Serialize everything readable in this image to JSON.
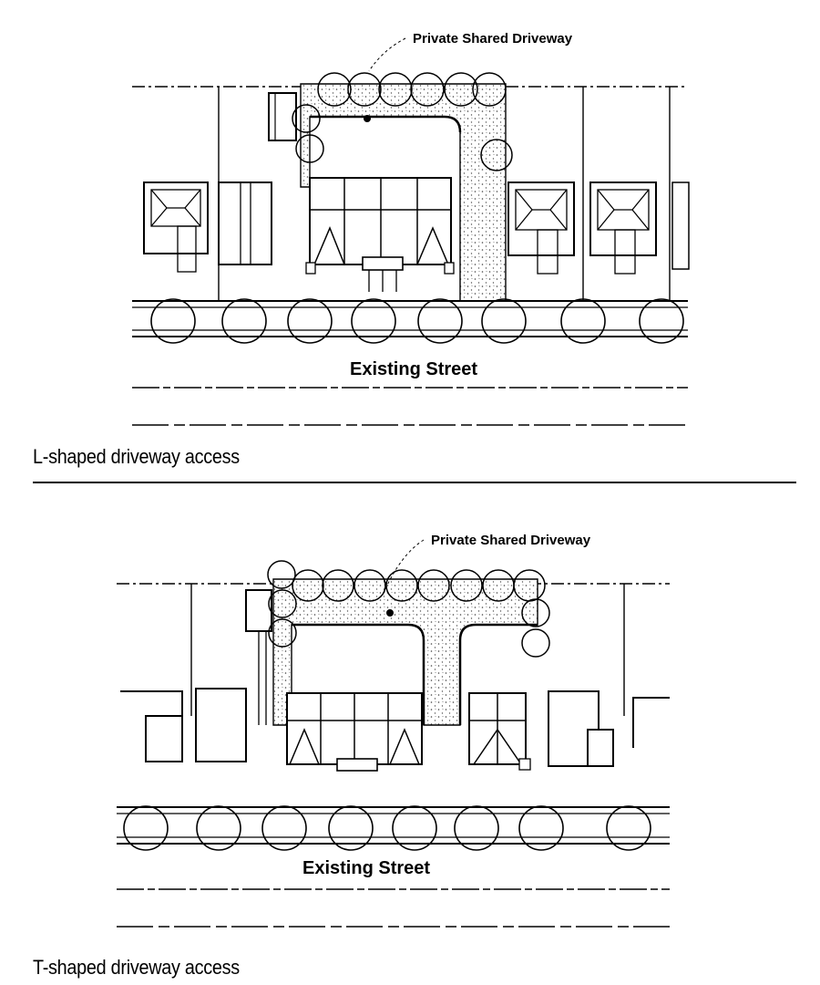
{
  "diagrams": [
    {
      "driveway_label": "Private Shared Driveway",
      "street_label": "Existing Street",
      "caption": "L-shaped driveway access"
    },
    {
      "driveway_label": "Private Shared Driveway",
      "street_label": "Existing Street",
      "caption": "T-shaped driveway access"
    }
  ]
}
